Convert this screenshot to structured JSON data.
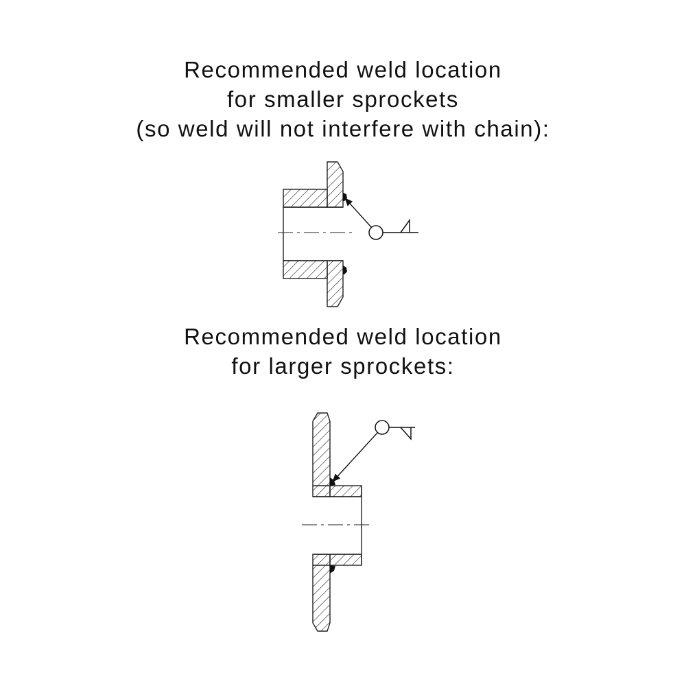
{
  "diagram_small": {
    "caption_lines": [
      "Recommended weld location",
      "for smaller sprockets",
      "(so weld will not interfere with chain):"
    ]
  },
  "diagram_large": {
    "caption_lines": [
      "Recommended weld location",
      "for larger sprockets:"
    ]
  }
}
